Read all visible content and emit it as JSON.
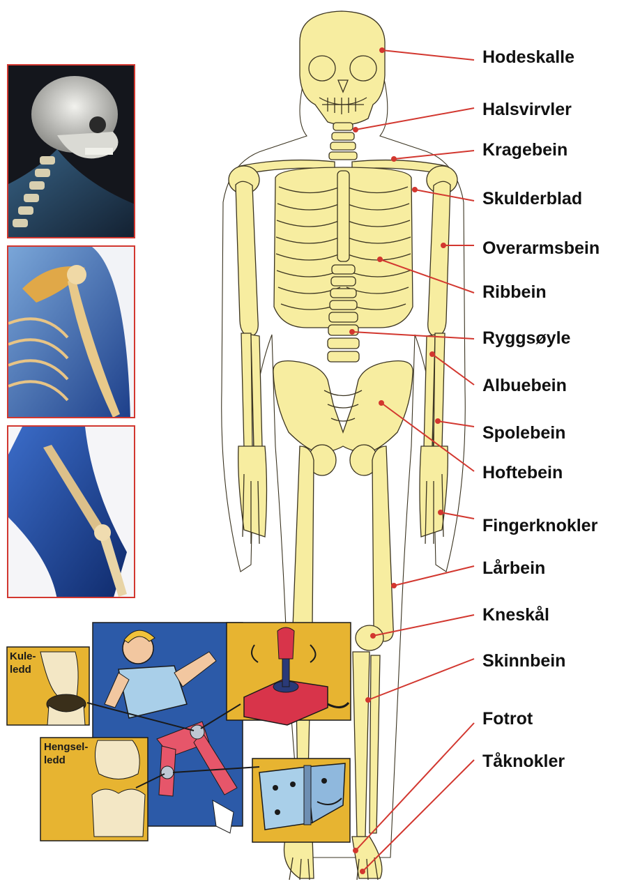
{
  "labels": [
    "Hodeskalle",
    "Halsvirvler",
    "Kragebein",
    "Skulderblad",
    "Overarmsbein",
    "Ribbein",
    "Ryggsøyle",
    "Albuebein",
    "Spolebein",
    "Hoftebein",
    "Fingerknokler",
    "Lårbein",
    "Kneskål",
    "Skinnbein",
    "Fotrot",
    "Tåknokler"
  ],
  "insets": {
    "ball_joint": [
      "Kule-",
      "ledd"
    ],
    "hinge_joint": [
      "Hengsel-",
      "ledd"
    ]
  },
  "colors": {
    "bone": "#f7eda0",
    "bone_outline": "#3a3320",
    "leader_line": "#d2372f",
    "inset_frame_bg": "#e7b431",
    "inset_blue": "#2c5aa8"
  },
  "icons": [
    "skull-photo",
    "shoulder-photo",
    "leg-photo",
    "runner-illustration",
    "joystick-icon",
    "hinge-icon"
  ]
}
